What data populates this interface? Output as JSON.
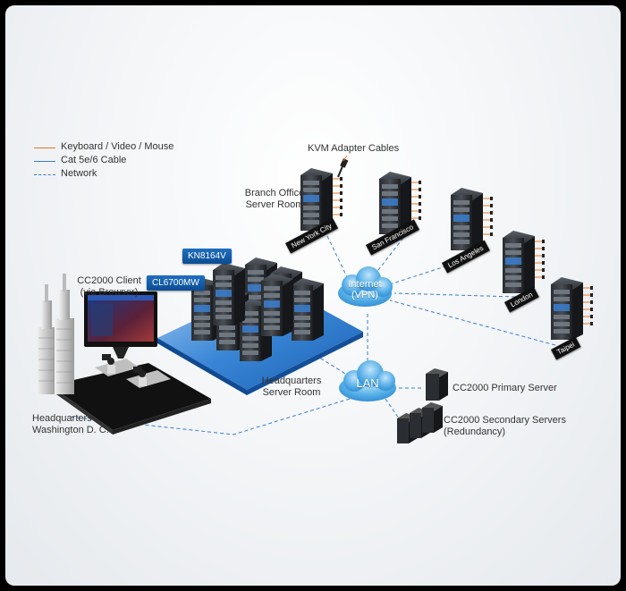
{
  "legend": [
    {
      "label": "Keyboard / Video / Mouse",
      "color": "#e87722",
      "style": "solid"
    },
    {
      "label": "Cat 5e/6 Cable",
      "color": "#3a7ec8",
      "style": "solid"
    },
    {
      "label": "Network",
      "color": "#3a7ec8",
      "style": "dashed"
    }
  ],
  "labels": {
    "kvm_adapter_cables": "KVM Adapter Cables",
    "branch_office_1": "Branch Office",
    "branch_office_2": "Server Room",
    "cc2000_client_1": "CC2000 Client",
    "cc2000_client_2": "(via Browser)",
    "kn8164v": "KN8164V",
    "cl6700mw": "CL6700MW",
    "hq_server_room_1": "Headquarters",
    "hq_server_room_2": "Server Room",
    "hq_1": "Headquarters",
    "hq_2": "Washington D. C.",
    "primary_server": "CC2000 Primary Server",
    "secondary_1": "CC2000 Secondary Servers",
    "secondary_2": "(Redundancy)",
    "internet_1": "Internet",
    "internet_2": "(VPN)",
    "lan": "LAN"
  },
  "cities": [
    "New York City",
    "San Francisco",
    "Los Angeles",
    "London",
    "Taipei"
  ],
  "colors": {
    "kvm": "#e87722",
    "cable": "#3a7ec8",
    "cloud": "#4aa3df"
  }
}
